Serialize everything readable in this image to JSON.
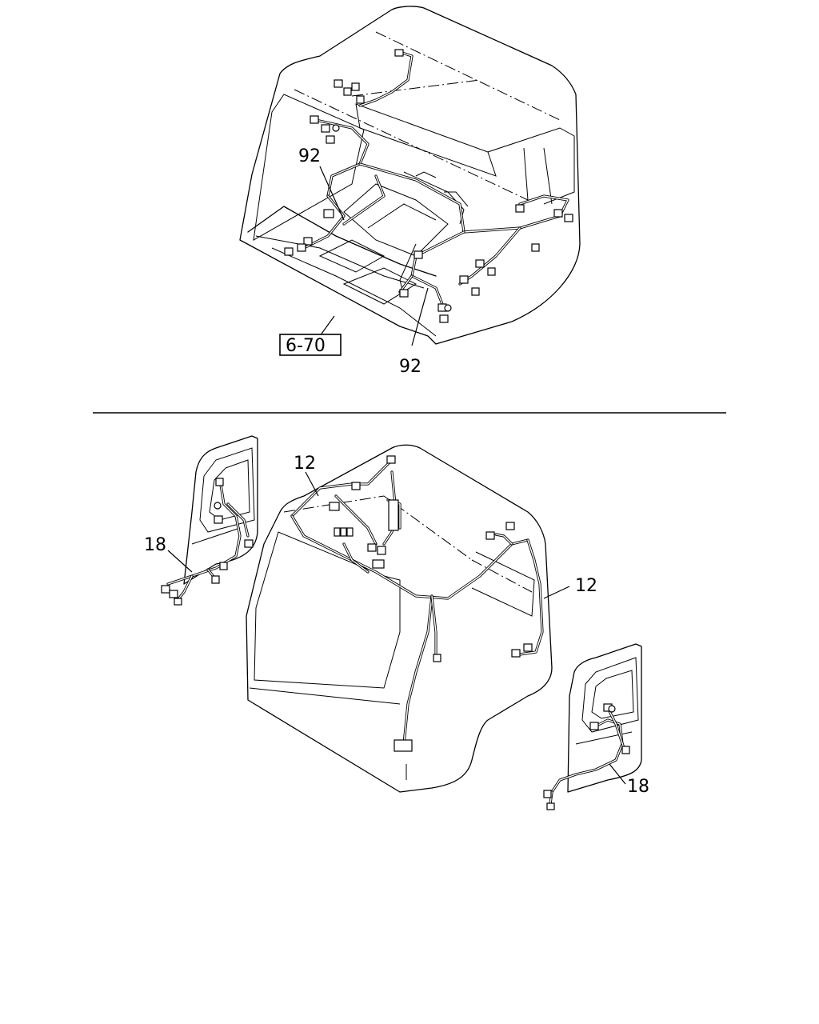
{
  "callouts": {
    "top_left_92": "92",
    "top_bottom_92": "92",
    "ref_box": "6-70",
    "bottom_left_12": "12",
    "bottom_right_12": "12",
    "left_door_18": "18",
    "right_door_18": "18"
  }
}
